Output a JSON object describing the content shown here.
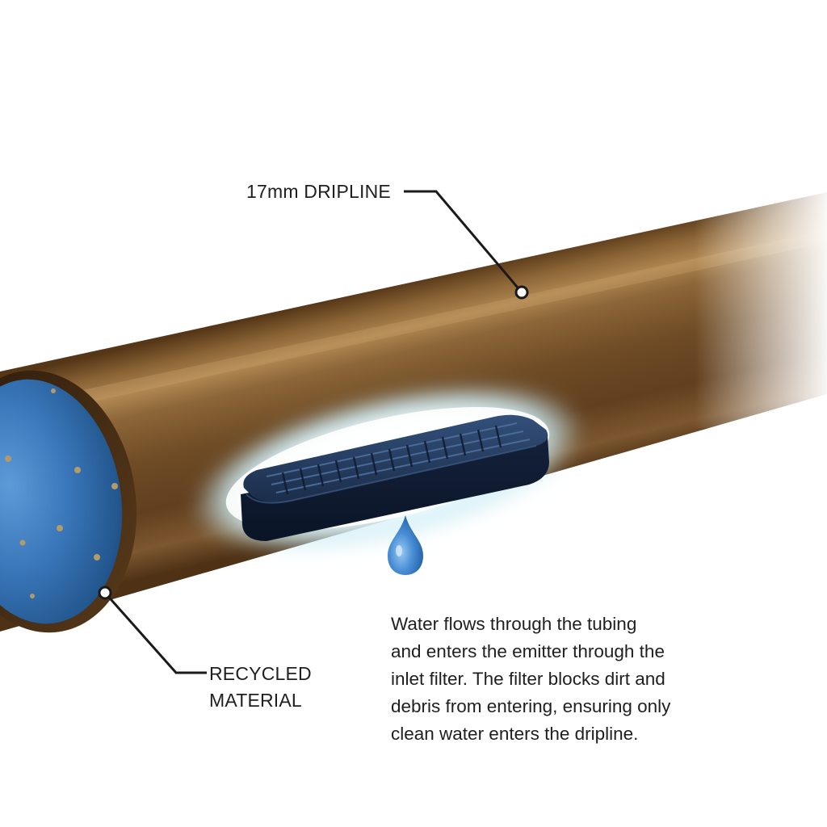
{
  "labels": {
    "dripline": "17mm DRIPLINE",
    "recycled_line1": "RECYCLED",
    "recycled_line2": "MATERIAL"
  },
  "description": {
    "line1": "Water flows through the tubing",
    "line2": "and enters the emitter through the",
    "line3": "inlet filter. The filter blocks dirt and",
    "line4": "debris from entering, ensuring only",
    "line5": "clean water enters the dripline."
  },
  "colors": {
    "tube_brown": "#6b4a26",
    "tube_highlight": "#a07a4a",
    "pipe_interior_blue": "#2f6fb5",
    "emitter_navy": "#1a2a44",
    "water_drop": "#3b7fd0",
    "glow": "#e6f6fb",
    "text": "#1f1f1f"
  }
}
